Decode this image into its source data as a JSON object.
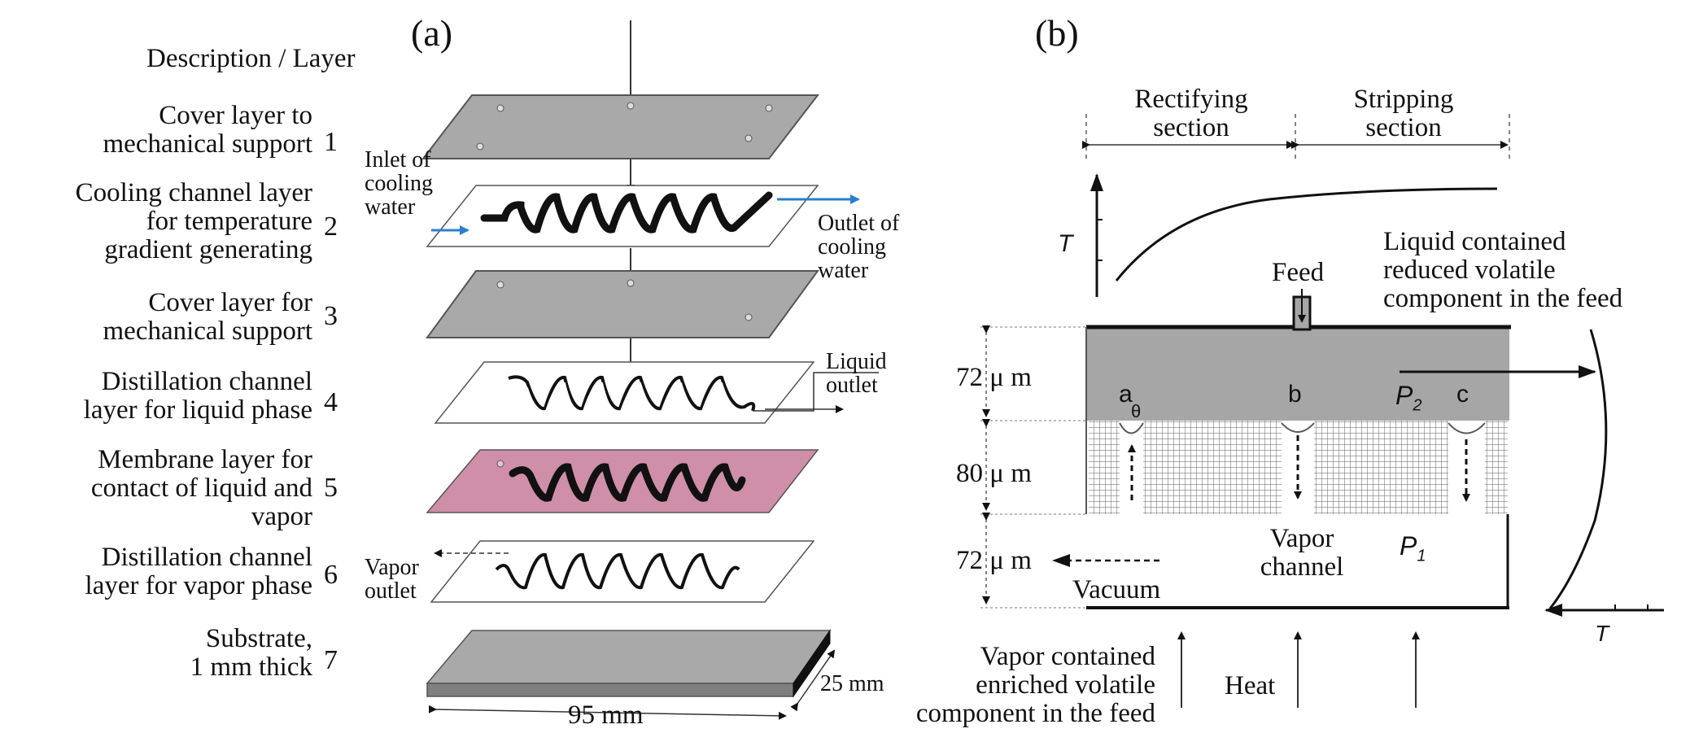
{
  "panel_a": {
    "label": "(a)",
    "header": "Description / Layer",
    "layers": [
      {
        "num": "1",
        "lines": [
          "Cover layer to",
          "mechanical support"
        ]
      },
      {
        "num": "2",
        "lines": [
          "Cooling channel layer",
          "for temperature",
          "gradient generating"
        ]
      },
      {
        "num": "3",
        "lines": [
          "Cover layer for",
          "mechanical support"
        ]
      },
      {
        "num": "4",
        "lines": [
          "Distillation channel",
          "layer for liquid phase"
        ]
      },
      {
        "num": "5",
        "lines": [
          "Membrane layer for",
          "contact of liquid and",
          "vapor"
        ]
      },
      {
        "num": "6",
        "lines": [
          "Distillation channel",
          "layer for vapor phase"
        ]
      },
      {
        "num": "7",
        "lines": [
          "Substrate,",
          "1 mm thick"
        ]
      }
    ],
    "inlet": [
      "Inlet of",
      "cooling",
      "water"
    ],
    "outlet": [
      "Outlet of",
      "cooling",
      "water"
    ],
    "liquid_outlet": [
      "Liquid",
      "outlet"
    ],
    "vapor_outlet": [
      "Vapor",
      "outlet"
    ],
    "width_dim": "95 mm",
    "depth_dim": "25 mm",
    "colors": {
      "plate": "#a9a9a9",
      "membrane": "#cf8fa8",
      "arrow": "#2a7fd0"
    }
  },
  "panel_b": {
    "label": "(b)",
    "rectifying": [
      "Rectifying",
      "section"
    ],
    "stripping": [
      "Stripping",
      "section"
    ],
    "t_axis": "T",
    "t_axis2": "T",
    "feed": "Feed",
    "liquid_note": [
      "Liquid contained",
      "reduced volatile",
      "component in the feed"
    ],
    "dim1": "72 μ m",
    "dim2": "80 μ m",
    "dim3": "72 μ m",
    "pt_a": "a",
    "theta": "θ",
    "pt_b": "b",
    "pt_c": "c",
    "p2": "P",
    "p2_sub": "2",
    "p1": "P",
    "p1_sub": "1",
    "vapor_channel": [
      "Vapor",
      "channel"
    ],
    "vacuum": "Vacuum",
    "vapor_note": [
      "Vapor contained",
      "enriched volatile",
      "component in the feed"
    ],
    "heat": "Heat",
    "colors": {
      "channel": "#a6a6a6",
      "mesh": "#8c8c8c"
    }
  }
}
